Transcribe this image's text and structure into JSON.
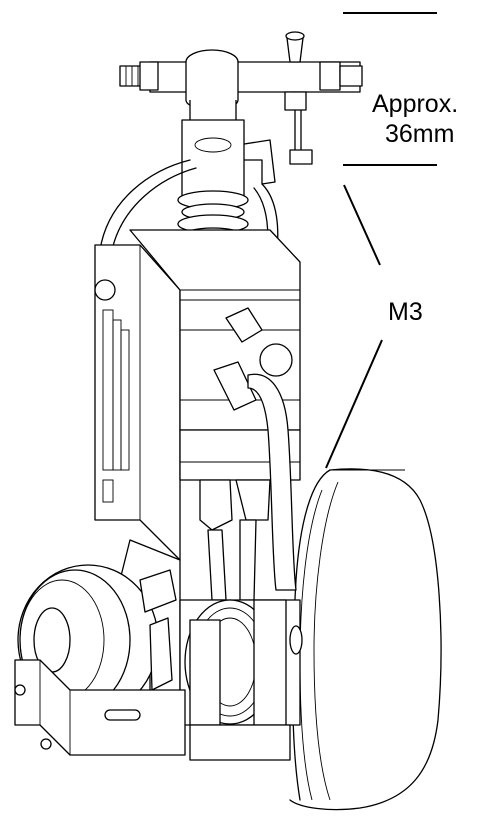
{
  "labels": {
    "dimension_line1": "Approx.",
    "dimension_line2": "36mm",
    "thread_callout": "M3"
  }
}
